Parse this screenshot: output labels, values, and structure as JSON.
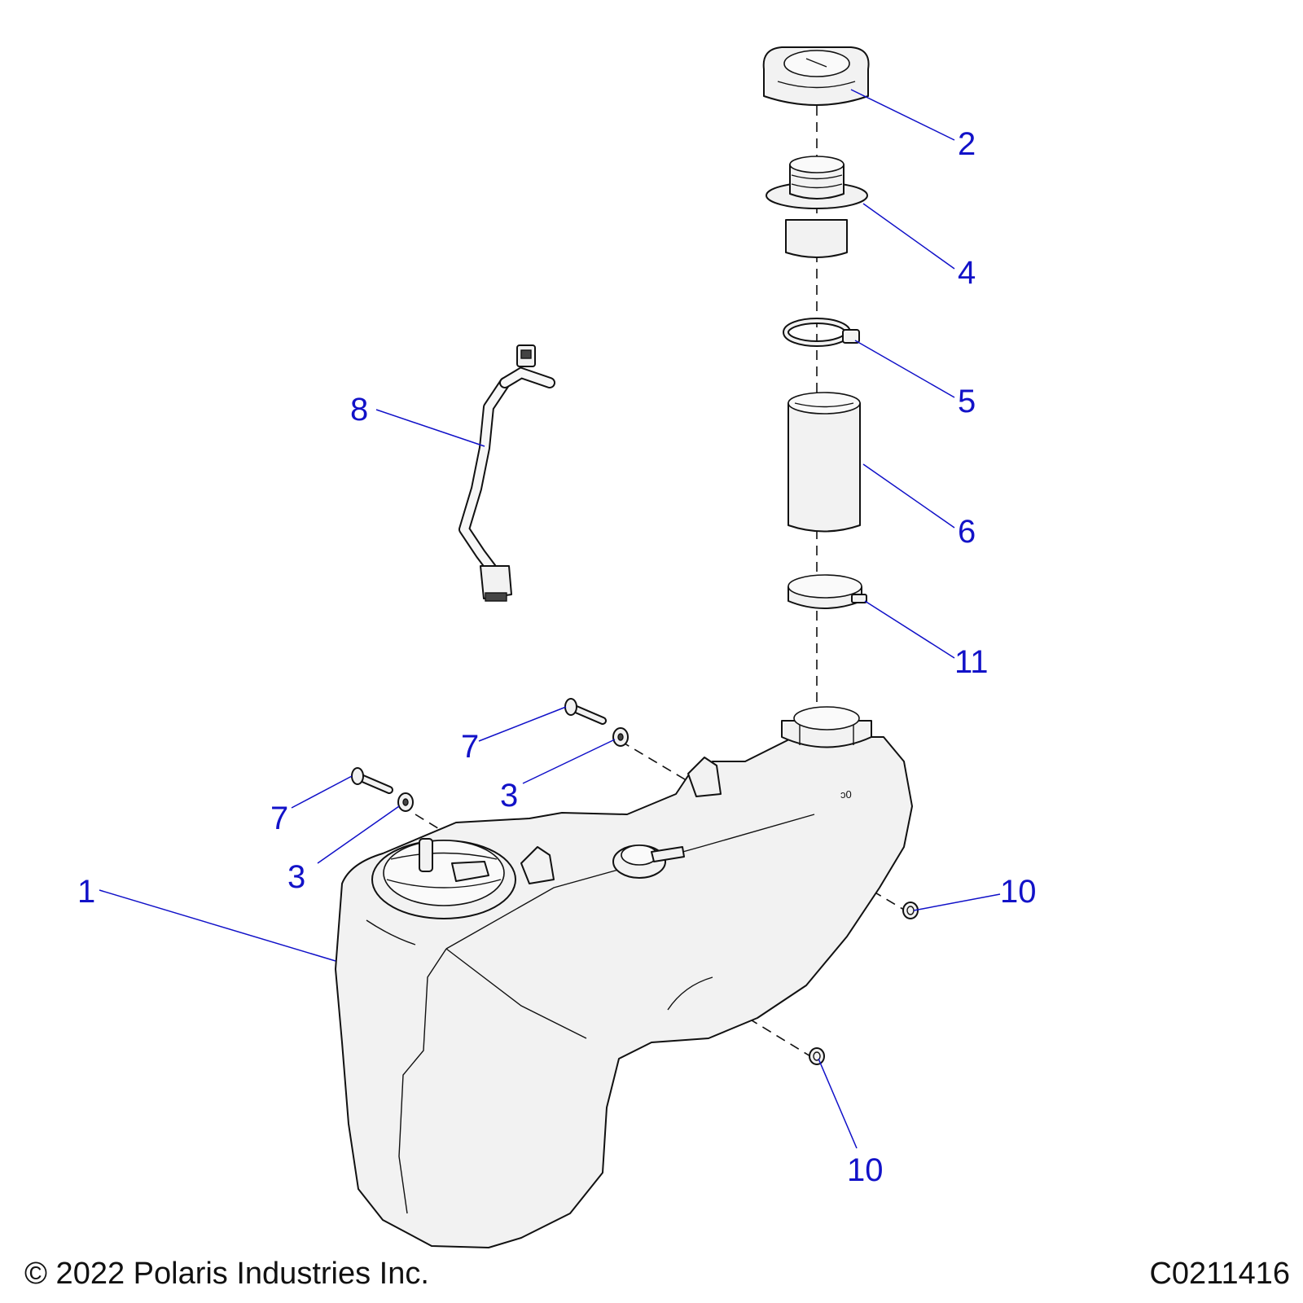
{
  "colors": {
    "callout": "#1212c8",
    "linework": "#111111",
    "part_fill": "#f2f2f2"
  },
  "callouts": [
    "2",
    "4",
    "5",
    "8",
    "6",
    "11",
    "7",
    "3",
    "7",
    "3",
    "1",
    "10",
    "10"
  ],
  "footer": {
    "copyright": "© 2022 Polaris Industries Inc.",
    "drawing_number": "C0211416"
  }
}
